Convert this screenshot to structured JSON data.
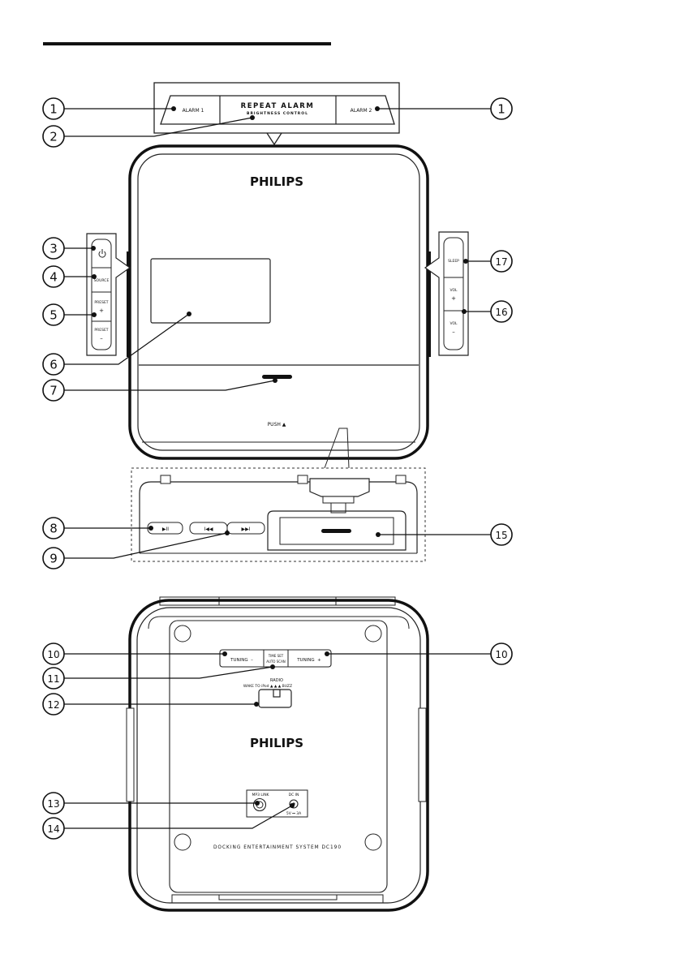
{
  "top_panel": {
    "alarm1": "ALARM 1",
    "repeat_alarm": "REPEAT ALARM",
    "brightness": "BRIGHTNESS CONTROL",
    "alarm2": "ALARM 2"
  },
  "front": {
    "brand": "PHILIPS",
    "push": "PUSH ▲"
  },
  "left_panel": {
    "power_icon": "power-icon",
    "source": "SOURCE",
    "preset_up": "PRESET",
    "preset_up_sign": "+",
    "preset_down": "PRESET",
    "preset_down_sign": "–"
  },
  "right_panel": {
    "sleep": "SLEEP",
    "vol_up": "VOL",
    "vol_up_sign": "+",
    "vol_down": "VOL",
    "vol_down_sign": "–"
  },
  "dock": {
    "play_pause": "▶II",
    "prev": "I◀◀",
    "next": "▶▶I"
  },
  "back": {
    "tuning_minus": "TUNING  –",
    "time_set": "TIME SET",
    "auto_scan": "AUTO SCAN",
    "tuning_plus": "TUNING  +",
    "radio": "RADIO",
    "wake_to": "WAKE TO iPod ▲ ▲ ▲ BUZZ",
    "brand": "PHILIPS",
    "mp3_link": "MP3 LINK",
    "dc_in": "DC IN",
    "dc_spec": "5V ⎓ 3A",
    "model": "DOCKING ENTERTAINMENT SYSTEM DC190"
  },
  "callouts": [
    "1",
    "2",
    "3",
    "4",
    "5",
    "6",
    "7",
    "8",
    "9",
    "10",
    "11",
    "12",
    "13",
    "14",
    "15",
    "16",
    "17"
  ]
}
